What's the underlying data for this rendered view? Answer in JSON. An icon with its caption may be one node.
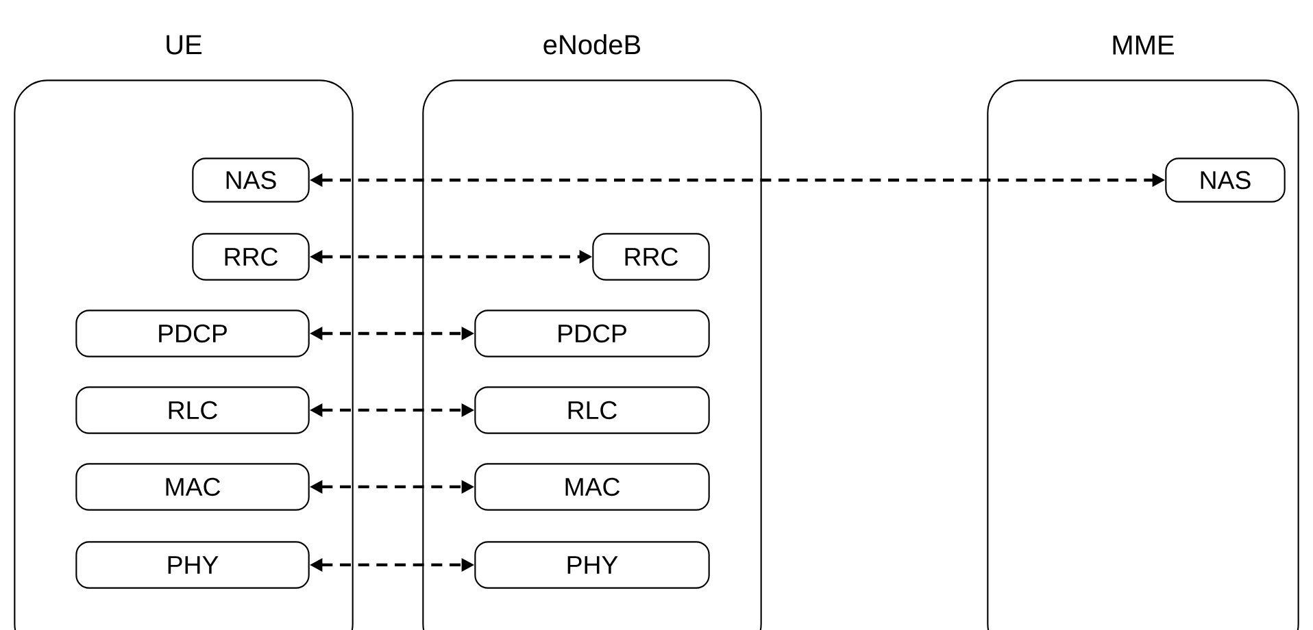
{
  "diagram": {
    "nodes": [
      {
        "text": [
          "UE"
        ]
      },
      {
        "text": [
          "NAS"
        ],
        "in": 0
      },
      {
        "text": [
          "RRC"
        ],
        "in": 0
      },
      {
        "text": [
          "PDCP"
        ],
        "in": 0
      },
      {
        "text": [
          "RLC"
        ],
        "in": 0
      },
      {
        "text": [
          "MAC"
        ],
        "in": 0
      },
      {
        "text": [
          "PHY"
        ],
        "in": 0
      },
      {
        "text": [
          "eNodeB"
        ]
      },
      {
        "text": [
          "RRC"
        ],
        "in": 7
      },
      {
        "text": [
          "PDCP"
        ],
        "in": 7
      },
      {
        "text": [
          "RLC"
        ],
        "in": 7
      },
      {
        "text": [
          "MAC"
        ],
        "in": 7
      },
      {
        "text": [
          "PHY"
        ],
        "in": 7
      },
      {
        "text": [
          "MME"
        ]
      },
      {
        "text": [
          "NAS"
        ],
        "in": 13
      }
    ],
    "edges": [
      {
        "from": 1,
        "to": 14,
        "arrow": "both",
        "style": "dashed"
      },
      {
        "from": 2,
        "to": 8,
        "arrow": "both",
        "style": "dashed"
      },
      {
        "from": 3,
        "to": 9,
        "arrow": "both",
        "style": "dashed"
      },
      {
        "from": 4,
        "to": 10,
        "arrow": "both",
        "style": "dashed"
      },
      {
        "from": 5,
        "to": 11,
        "arrow": "both",
        "style": "dashed"
      },
      {
        "from": 6,
        "to": 12,
        "arrow": "both",
        "style": "dashed"
      }
    ]
  }
}
